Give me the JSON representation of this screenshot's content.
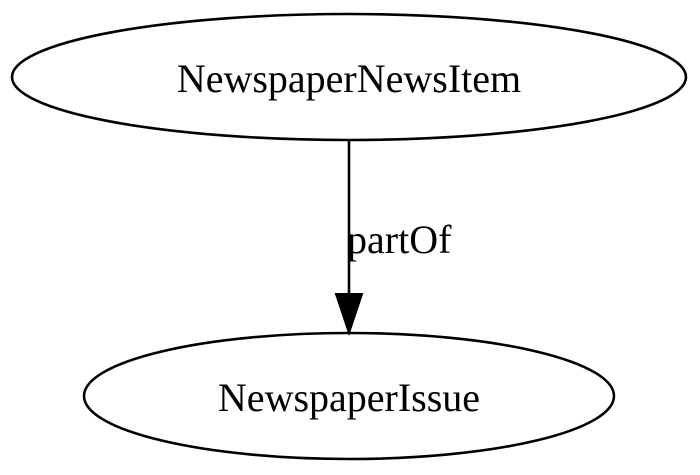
{
  "diagram": {
    "type": "directed-graph",
    "nodes": [
      {
        "id": "source",
        "label": "NewspaperNewsItem",
        "shape": "ellipse"
      },
      {
        "id": "target",
        "label": "NewspaperIssue",
        "shape": "ellipse"
      }
    ],
    "edges": [
      {
        "from": "source",
        "to": "target",
        "label": "partOf",
        "arrow": "filled-triangle"
      }
    ],
    "colors": {
      "stroke": "#000000",
      "background": "#ffffff",
      "text": "#000000"
    }
  }
}
